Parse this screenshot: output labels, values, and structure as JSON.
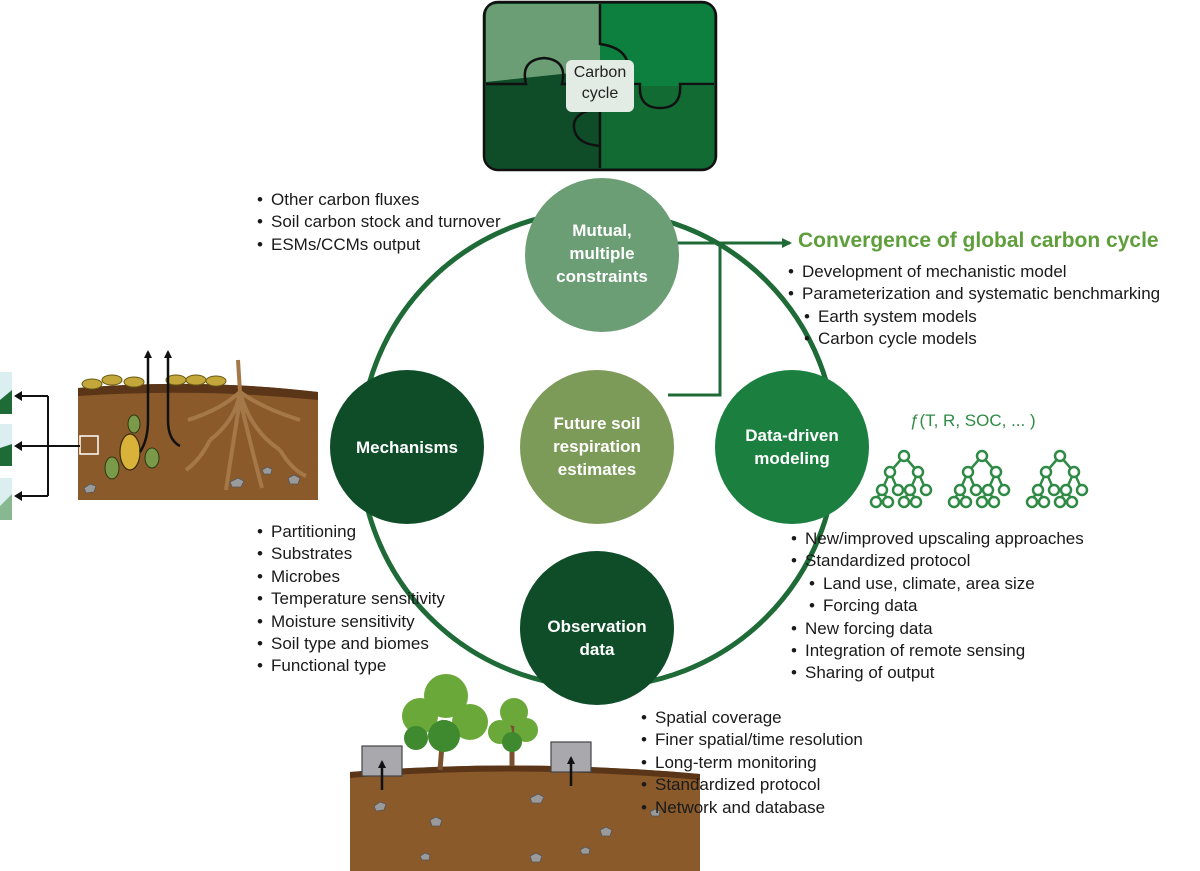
{
  "puzzle": {
    "label": "Carbon\ncycle"
  },
  "nodes": {
    "top": "Mutual,\nmultiple\nconstraints",
    "center": "Future soil\nrespiration\nestimates",
    "left": "Mechanisms",
    "right": "Data-driven\nmodeling",
    "bottom": "Observation\ndata"
  },
  "constraints_list": [
    "Other carbon fluxes",
    "Soil carbon stock and turnover",
    "ESMs/CCMs output"
  ],
  "convergence": {
    "title": "Convergence of global carbon cycle",
    "items": [
      "Development of mechanistic model",
      "Parameterization and systematic benchmarking"
    ],
    "subitems": [
      "Earth system models",
      "Carbon cycle models"
    ]
  },
  "formula": "ƒ(T, R, SOC, ... )",
  "mechanisms_list": [
    "Partitioning",
    "Substrates",
    "Microbes",
    "Temperature sensitivity",
    "Moisture sensitivity",
    "Soil type and biomes",
    "Functional type"
  ],
  "modeling_list": {
    "a": "New/improved upscaling approaches",
    "b": "Standardized protocol",
    "b_sub": [
      "Land use, climate, area size",
      "Forcing data"
    ],
    "c": [
      "New forcing data",
      "Integration of remote sensing",
      "Sharing of output"
    ]
  },
  "observation_list": [
    "Spatial coverage",
    "Finer spatial/time resolution",
    "Long-term monitoring",
    "Standardized protocol",
    "Network and database"
  ],
  "colors": {
    "ring": "#1f6b38",
    "node_top": "#6c9e76",
    "node_center": "#7d9b58",
    "node_dark": "#0e4d28",
    "node_right": "#1a7f3f",
    "accent_green": "#5e9e3b",
    "soil": "#8b5a2b"
  }
}
